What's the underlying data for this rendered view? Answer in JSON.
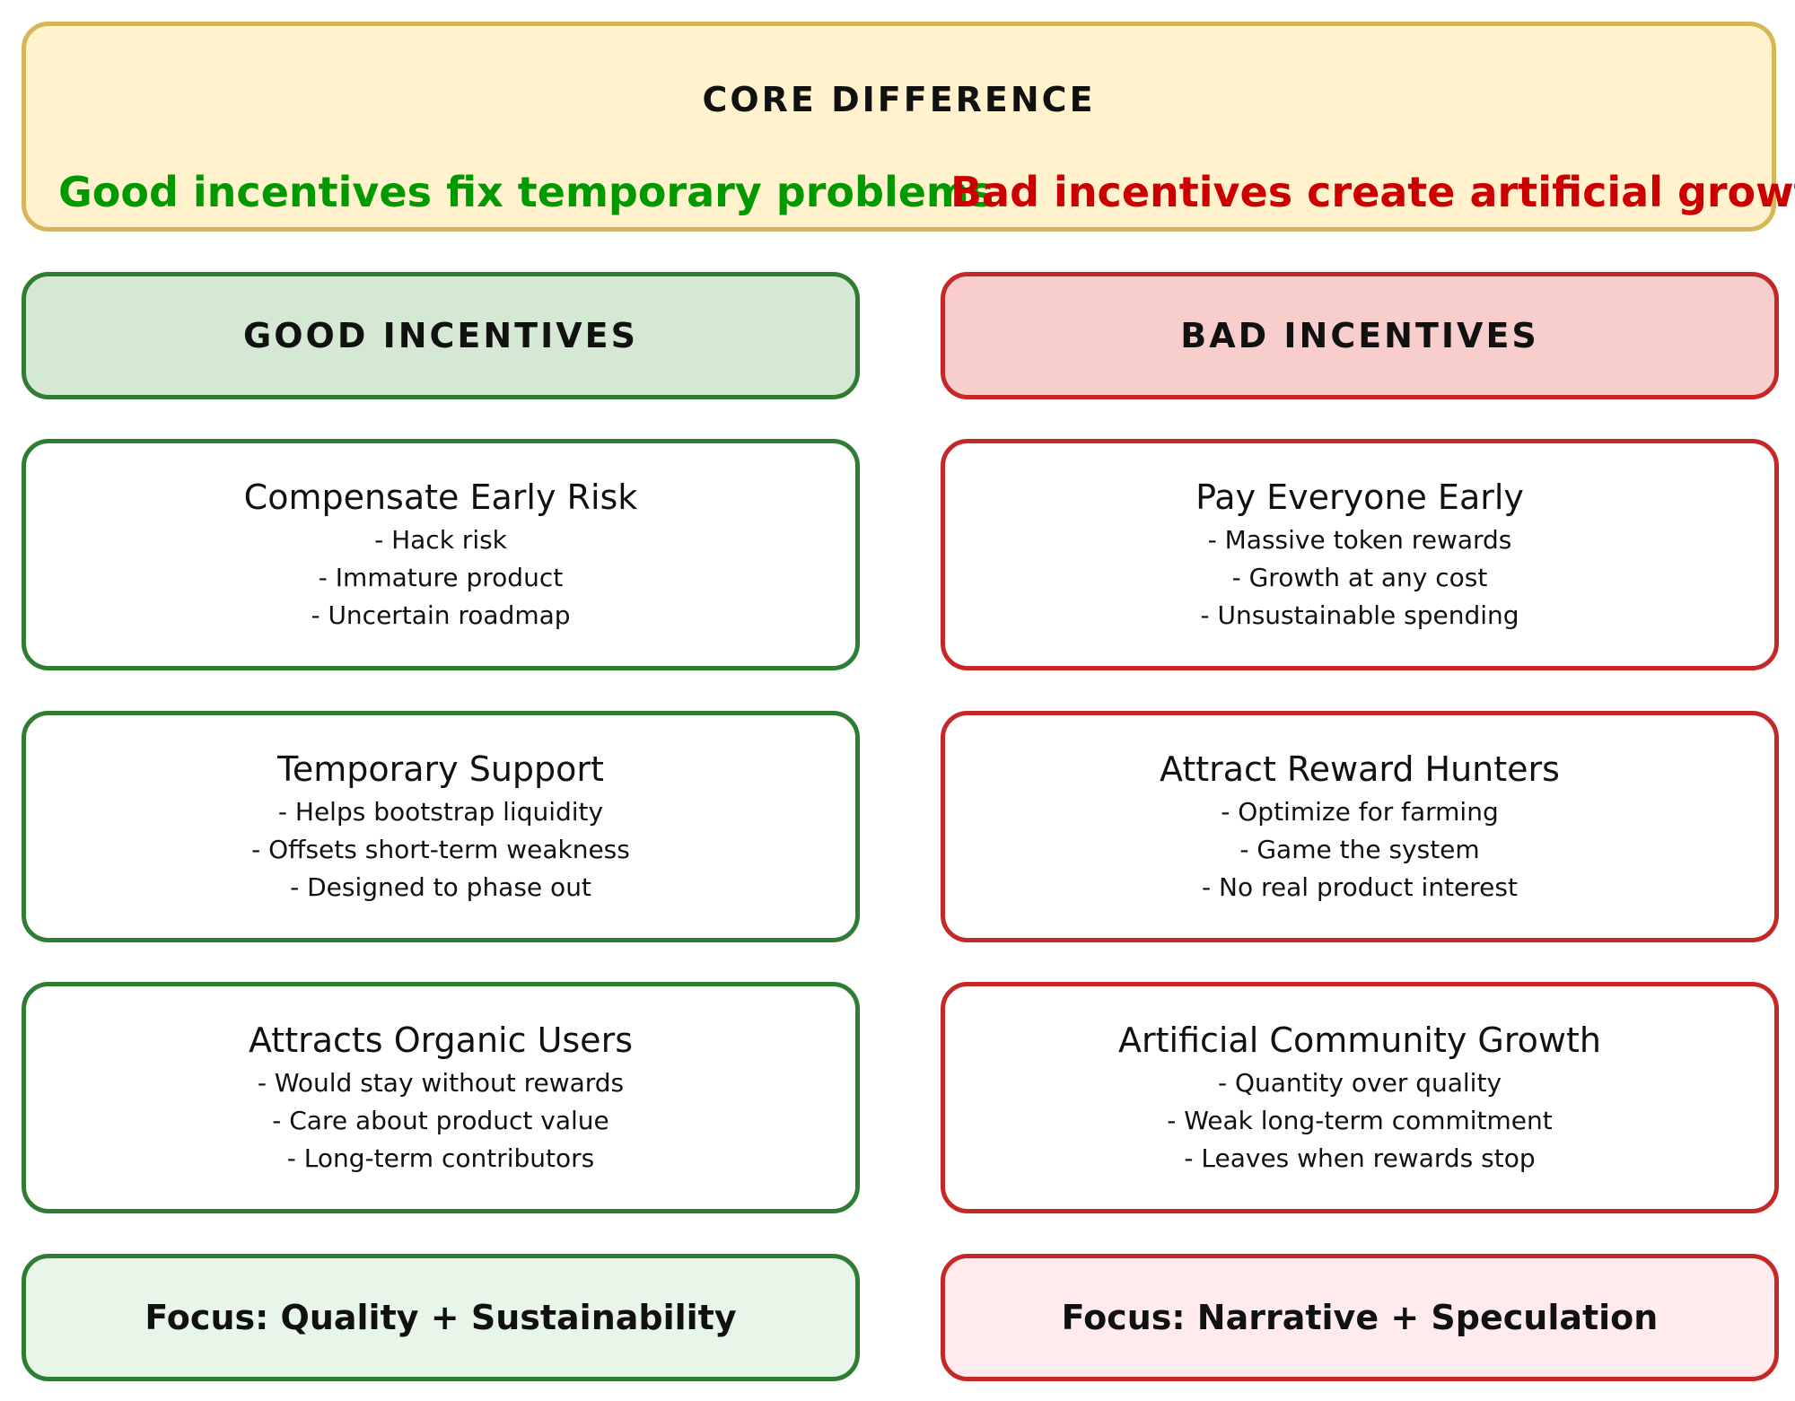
{
  "banner": {
    "title": "CORE DIFFERENCE",
    "good_line": "Good incentives fix temporary problems",
    "bad_line": "Bad incentives create artificial growth"
  },
  "good": {
    "header": "GOOD INCENTIVES",
    "cards": [
      {
        "title": "Compensate Early Risk",
        "points": [
          "- Hack risk",
          "- Immature product",
          "- Uncertain roadmap"
        ]
      },
      {
        "title": "Temporary Support",
        "points": [
          "- Helps bootstrap liquidity",
          "- Offsets short-term weakness",
          "- Designed to phase out"
        ]
      },
      {
        "title": "Attracts Organic Users",
        "points": [
          "- Would stay without rewards",
          "- Care about product value",
          "- Long-term contributors"
        ]
      }
    ],
    "focus": "Focus: Quality + Sustainability"
  },
  "bad": {
    "header": "BAD INCENTIVES",
    "cards": [
      {
        "title": "Pay Everyone Early",
        "points": [
          "- Massive token rewards",
          "- Growth at any cost",
          "- Unsustainable spending"
        ]
      },
      {
        "title": "Attract Reward Hunters",
        "points": [
          "- Optimize for farming",
          "- Game the system",
          "- No real product interest"
        ]
      },
      {
        "title": "Artificial Community Growth",
        "points": [
          "- Quantity over quality",
          "- Weak long-term commitment",
          "- Leaves when rewards stop"
        ]
      }
    ],
    "focus": "Focus: Narrative + Speculation"
  },
  "colors": {
    "good_text": "#009900",
    "bad_text": "#cc0000",
    "banner_fill": "#fff2cc",
    "good_header_fill": "#d5e8d4",
    "bad_header_fill": "#f8cecc"
  }
}
